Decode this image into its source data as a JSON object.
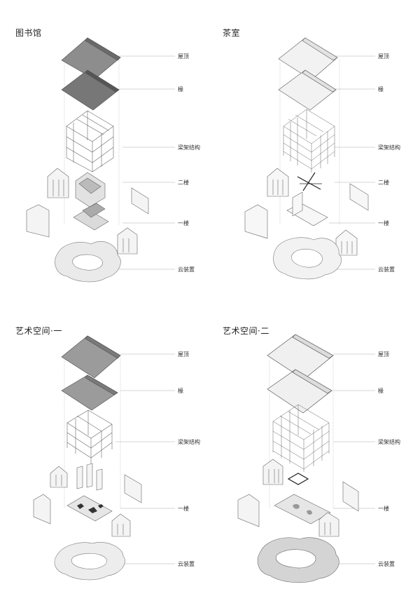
{
  "panels": [
    {
      "title": "图书馆",
      "labels": [
        "屋顶",
        "椽",
        "梁架结构",
        "二楼",
        "一楼",
        "云装置"
      ]
    },
    {
      "title": "茶室",
      "labels": [
        "屋顶",
        "椽",
        "梁架结构",
        "二楼",
        "一楼",
        "云装置"
      ]
    },
    {
      "title": "艺术空间·一",
      "labels": [
        "屋顶",
        "椽",
        "梁架结构",
        "一楼",
        "云装置"
      ]
    },
    {
      "title": "艺术空间·二",
      "labels": [
        "屋顶",
        "椽",
        "梁架结构",
        "一楼",
        "云装置"
      ]
    }
  ]
}
